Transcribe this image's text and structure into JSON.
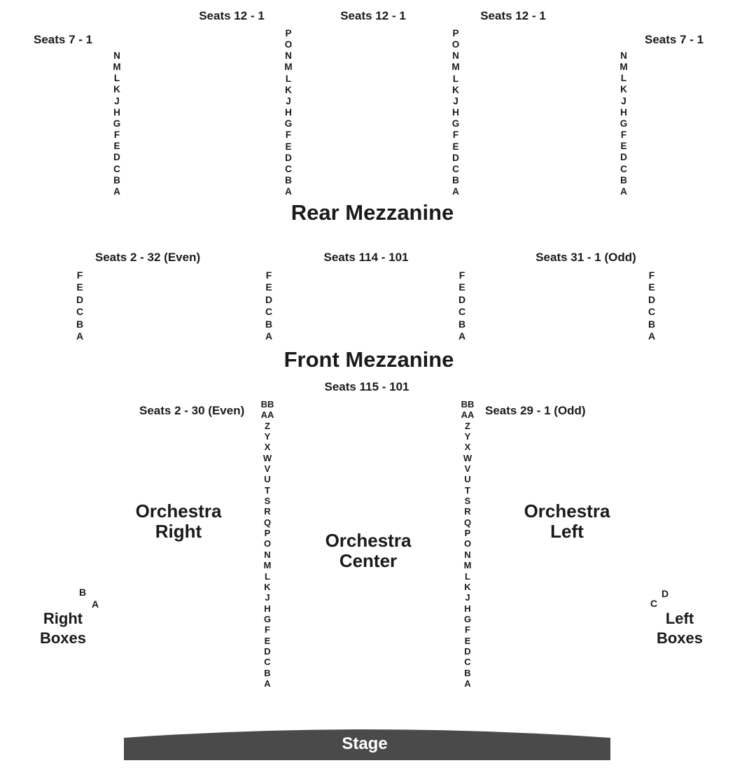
{
  "rear_mezzanine": {
    "title": "Rear Mezzanine",
    "headers": {
      "far_left": "Seats 7 - 1",
      "left": "Seats 12 - 1",
      "center": "Seats 12 - 1",
      "right": "Seats 12 - 1",
      "far_right": "Seats 7 - 1"
    },
    "rows_outer": [
      "N",
      "M",
      "L",
      "K",
      "J",
      "H",
      "G",
      "F",
      "E",
      "D",
      "C",
      "B",
      "A"
    ],
    "rows_inner": [
      "P",
      "O",
      "N",
      "M",
      "L",
      "K",
      "J",
      "H",
      "G",
      "F",
      "E",
      "D",
      "C",
      "B",
      "A"
    ]
  },
  "front_mezzanine": {
    "title": "Front Mezzanine",
    "headers": {
      "left": "Seats 2 - 32 (Even)",
      "center": "Seats 114 - 101",
      "right": "Seats 31 - 1 (Odd)"
    },
    "rows": [
      "F",
      "E",
      "D",
      "C",
      "B",
      "A"
    ]
  },
  "orchestra": {
    "center_header": "Seats 115 - 101",
    "left_header": "Seats 2 - 30 (Even)",
    "right_header": "Seats 29 - 1 (Odd)",
    "rows": [
      "BB",
      "AA",
      "Z",
      "Y",
      "X",
      "W",
      "V",
      "U",
      "T",
      "S",
      "R",
      "Q",
      "P",
      "O",
      "N",
      "M",
      "L",
      "K",
      "J",
      "H",
      "G",
      "F",
      "E",
      "D",
      "C",
      "B",
      "A"
    ],
    "right_section": [
      "Orchestra",
      "Right"
    ],
    "center_section": [
      "Orchestra",
      "Center"
    ],
    "left_section": [
      "Orchestra",
      "Left"
    ]
  },
  "boxes": {
    "right_title": [
      "Right",
      "Boxes"
    ],
    "right_letters": [
      "B",
      "A"
    ],
    "left_title": [
      "Left",
      "Boxes"
    ],
    "left_letters": [
      "D",
      "C"
    ]
  },
  "stage": {
    "label": "Stage",
    "color": "#4a4a4a"
  }
}
